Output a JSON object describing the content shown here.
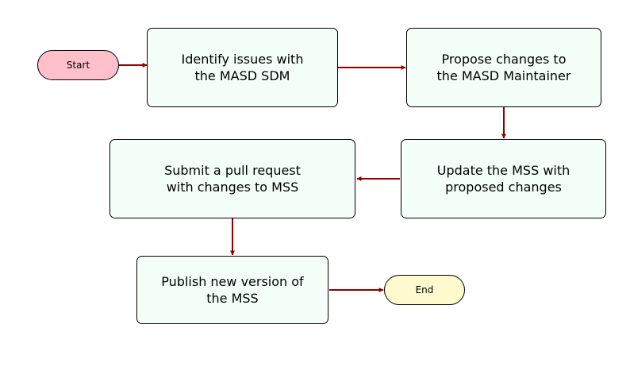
{
  "diagram": {
    "colors": {
      "edge": "#8b0000",
      "process_fill": "#f5fffa",
      "start_fill": "#ffc0cb",
      "end_fill": "#fffacd",
      "border": "#000000"
    },
    "nodes": {
      "start": {
        "label": "Start"
      },
      "identify": {
        "label": "Identify issues with\nthe MASD SDM"
      },
      "propose": {
        "label": "Propose changes to\nthe MASD Maintainer"
      },
      "update": {
        "label": "Update the MSS with\nproposed changes"
      },
      "submit": {
        "label": "Submit a pull request\nwith changes to MSS"
      },
      "publish": {
        "label": "Publish new version of\nthe MSS"
      },
      "end": {
        "label": "End"
      }
    },
    "edges": [
      {
        "from": "start",
        "to": "identify"
      },
      {
        "from": "identify",
        "to": "propose"
      },
      {
        "from": "propose",
        "to": "update"
      },
      {
        "from": "update",
        "to": "submit"
      },
      {
        "from": "submit",
        "to": "publish"
      },
      {
        "from": "publish",
        "to": "end"
      }
    ]
  }
}
